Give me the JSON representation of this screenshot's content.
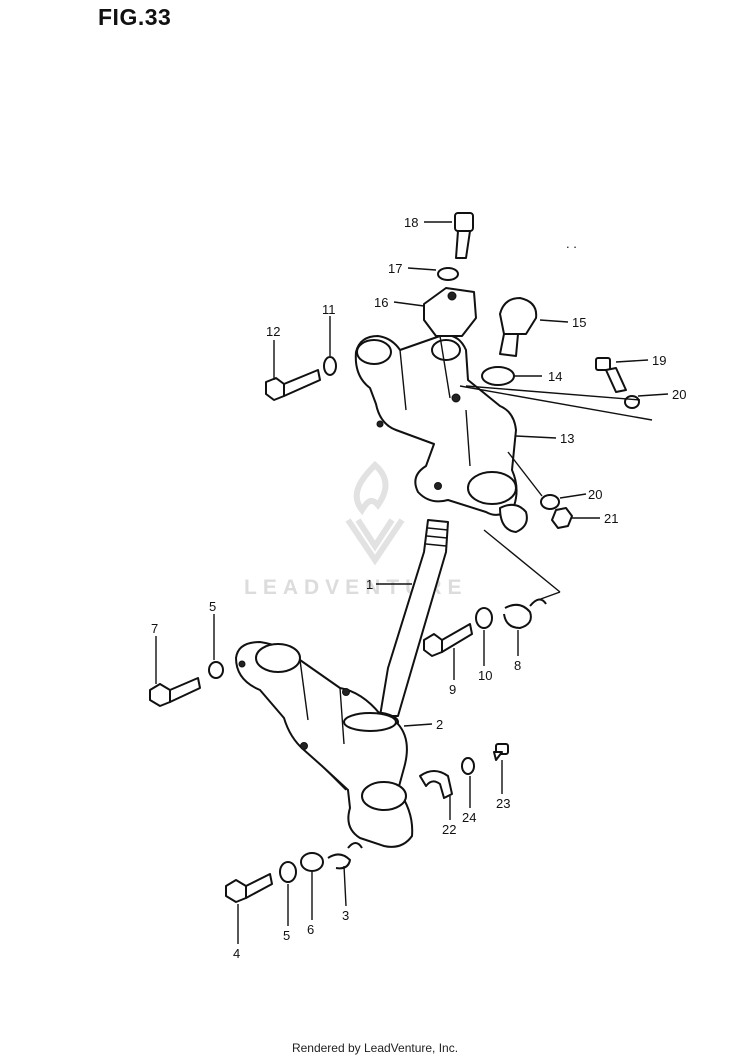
{
  "figure": {
    "title": "FIG.33"
  },
  "watermark": {
    "text": "LEADVENTURE"
  },
  "callouts": [
    "1",
    "2",
    "3",
    "4",
    "5",
    "5",
    "6",
    "7",
    "8",
    "9",
    "10",
    "11",
    "12",
    "13",
    "14",
    "15",
    "16",
    "17",
    "18",
    "19",
    "20",
    "20",
    "21",
    "22",
    "23",
    "24"
  ],
  "footer": {
    "text": "Rendered by LeadVenture, Inc."
  },
  "colors": {
    "ink": "#111111",
    "watermark": "#dcdcdc"
  }
}
